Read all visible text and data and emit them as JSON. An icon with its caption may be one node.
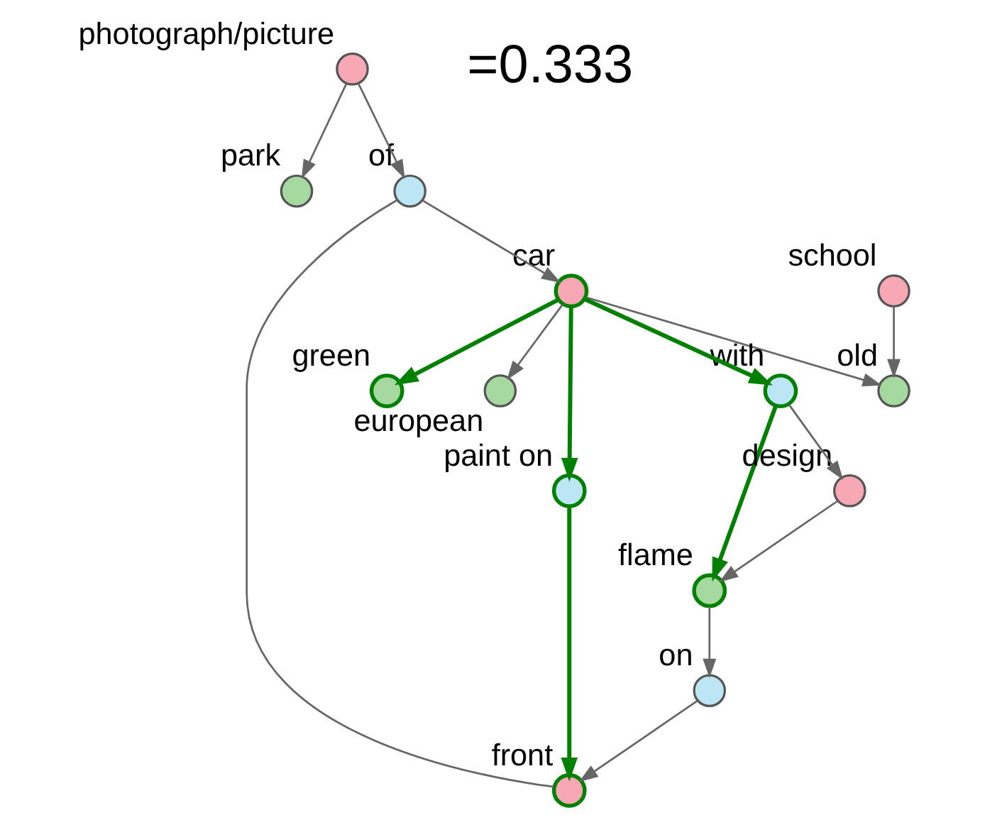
{
  "diagram": {
    "nodes": [
      {
        "text": [],
        "shape": "circle",
        "beside": [
          "park"
        ]
      },
      {
        "text": [],
        "shape": "circle",
        "beside": [
          "photograph/picture"
        ]
      },
      {
        "text": [],
        "shape": "circle",
        "beside": [
          "green"
        ]
      },
      {
        "text": [],
        "shape": "circle",
        "beside": [
          "of"
        ]
      },
      {
        "text": [],
        "shape": "circle",
        "beside": [
          "european"
        ]
      },
      {
        "text": [],
        "shape": "circle",
        "beside": [
          "front"
        ]
      },
      {
        "text": [],
        "shape": "circle",
        "beside": [
          "car"
        ]
      },
      {
        "text": [],
        "shape": "circle",
        "beside": [
          "paint on"
        ]
      },
      {
        "text": [],
        "shape": "circle",
        "beside": [
          "old"
        ]
      },
      {
        "text": [],
        "shape": "circle",
        "beside": [
          "on"
        ]
      },
      {
        "text": [],
        "shape": "circle",
        "beside": [
          "school"
        ]
      },
      {
        "text": [],
        "shape": "circle",
        "beside": [
          "with"
        ]
      },
      {
        "text": [],
        "shape": "circle",
        "beside": [
          "flame"
        ]
      },
      {
        "text": [],
        "shape": "circle",
        "beside": [
          "design"
        ]
      }
    ],
    "edges": [
      {
        "from": 1,
        "to": 0,
        "arrow": "to"
      },
      {
        "from": 1,
        "to": 3,
        "arrow": "to"
      },
      {
        "from": 3,
        "to": 6,
        "arrow": "to"
      },
      {
        "from": 3,
        "to": 5,
        "arrow": "none"
      },
      {
        "from": 6,
        "to": 2,
        "arrow": "to",
        "style": "thick",
        "color": "#008000"
      },
      {
        "from": 6,
        "to": 4,
        "arrow": "to"
      },
      {
        "from": 6,
        "to": 7,
        "arrow": "to",
        "style": "thick",
        "color": "#008000"
      },
      {
        "from": 7,
        "to": 5,
        "arrow": "to",
        "style": "thick",
        "color": "#008000"
      },
      {
        "from": 6,
        "to": 8,
        "arrow": "to"
      },
      {
        "from": 10,
        "to": 8,
        "arrow": "to"
      },
      {
        "from": 6,
        "to": 11,
        "arrow": "to",
        "style": "thick",
        "color": "#008000"
      },
      {
        "from": 11,
        "to": 12,
        "arrow": "to",
        "style": "thick",
        "color": "#008000"
      },
      {
        "from": 11,
        "to": 13,
        "arrow": "to"
      },
      {
        "from": 13,
        "to": 12,
        "arrow": "to"
      },
      {
        "from": 12,
        "to": 9,
        "arrow": "to"
      },
      {
        "from": 9,
        "to": 5,
        "arrow": "to"
      }
    ],
    "labels": [
      "=0.333"
    ]
  }
}
